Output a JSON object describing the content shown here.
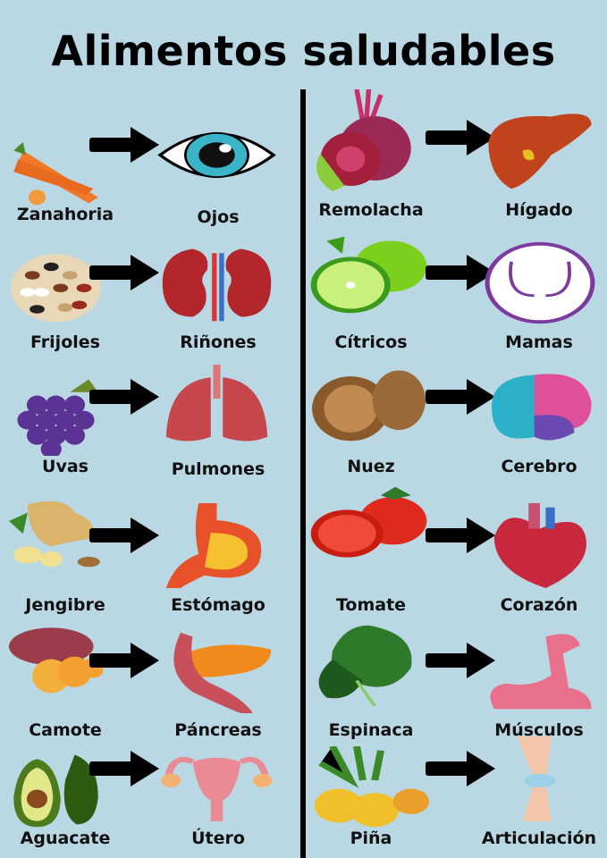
{
  "title": "Alimentos saludables",
  "colors": {
    "background": "#b9d8e3",
    "arrow": "#000000"
  },
  "left": [
    {
      "food": "Zanahoria",
      "organ": "Ojos",
      "food_icon": "carrot-icon",
      "organ_icon": "eye-icon",
      "food_color": "#f07a2a",
      "organ_color": "#3ab5c8"
    },
    {
      "food": "Frijoles",
      "organ": "Riñones",
      "food_icon": "beans-icon",
      "organ_icon": "kidneys-icon",
      "food_color": "#7a3b1e",
      "organ_color": "#b3262c"
    },
    {
      "food": "Uvas",
      "organ": "Pulmones",
      "food_icon": "grapes-icon",
      "organ_icon": "lungs-icon",
      "food_color": "#5a3394",
      "organ_color": "#c7464c"
    },
    {
      "food": "Jengibre",
      "organ": "Estómago",
      "food_icon": "ginger-icon",
      "organ_icon": "stomach-icon",
      "food_color": "#d9b46a",
      "organ_color": "#e8522a"
    },
    {
      "food": "Camote",
      "organ": "Páncreas",
      "food_icon": "sweet-potato-icon",
      "organ_icon": "pancreas-icon",
      "food_color": "#9a3c4a",
      "organ_color": "#f08a1c"
    },
    {
      "food": "Aguacate",
      "organ": "Útero",
      "food_icon": "avocado-icon",
      "organ_icon": "uterus-icon",
      "food_color": "#4d7a1e",
      "organ_color": "#e98a95"
    }
  ],
  "right": [
    {
      "food": "Remolacha",
      "organ": "Hígado",
      "food_icon": "beet-icon",
      "organ_icon": "liver-icon",
      "food_color": "#a3203d",
      "organ_color": "#c0431e"
    },
    {
      "food": "Cítricos",
      "organ": "Mamas",
      "food_icon": "lime-icon",
      "organ_icon": "breasts-icon",
      "food_color": "#7ccf1c",
      "organ_color": "#7d3a9e"
    },
    {
      "food": "Nuez",
      "organ": "Cerebro",
      "food_icon": "walnut-icon",
      "organ_icon": "brain-icon",
      "food_color": "#8a5a2c",
      "organ_color": "#e0509a"
    },
    {
      "food": "Tomate",
      "organ": "Corazón",
      "food_icon": "tomato-icon",
      "organ_icon": "heart-icon",
      "food_color": "#e02a1e",
      "organ_color": "#c8283e"
    },
    {
      "food": "Espinaca",
      "organ": "Músculos",
      "food_icon": "spinach-icon",
      "organ_icon": "muscle-icon",
      "food_color": "#2e7a2a",
      "organ_color": "#e8708a"
    },
    {
      "food": "Piña",
      "organ": "Articulación",
      "food_icon": "pineapple-icon",
      "organ_icon": "knee-joint-icon",
      "food_color": "#f0c02a",
      "organ_color": "#f2c4a8"
    }
  ]
}
